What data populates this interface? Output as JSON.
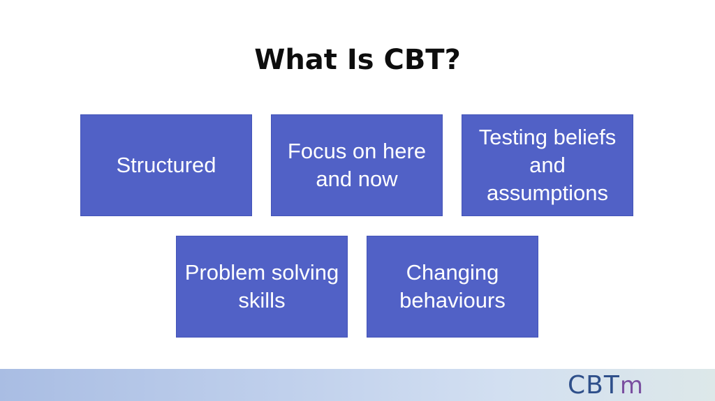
{
  "slide": {
    "title": "What Is CBT?",
    "boxes": [
      "Structured",
      "Focus on here and now",
      "Testing beliefs and assumptions",
      "Problem solving skills",
      "Changing behaviours"
    ]
  },
  "logo": {
    "main": "CBT",
    "suffix": "m"
  },
  "colors": {
    "box_fill": "#5161c6",
    "title_text": "#0d0d0d",
    "logo_blue": "#2e4f8a",
    "logo_purple": "#7a4fa0"
  }
}
